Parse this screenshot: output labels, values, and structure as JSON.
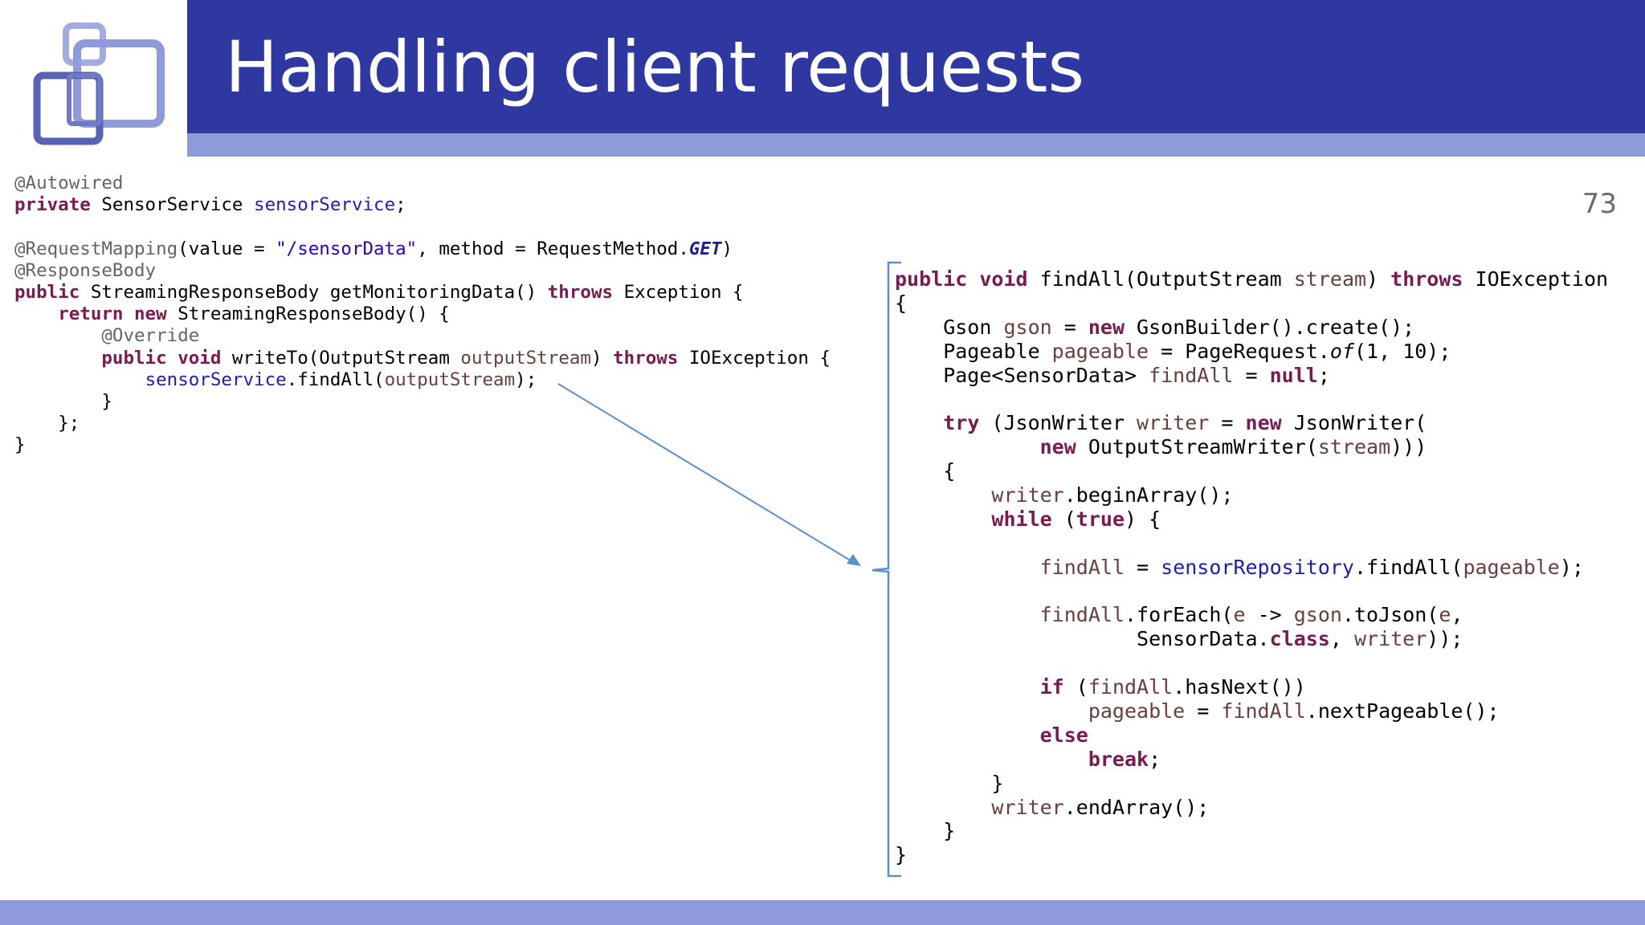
{
  "slide": {
    "title": "Handling client requests",
    "page_number": "73"
  },
  "colors": {
    "title_bar": "#2f37a0",
    "accent_bar": "#8e9ad9",
    "keyword": "#7a1a52",
    "field": "#1a1fb4",
    "variable": "#6a3e3a",
    "annotation": "#646464",
    "arrow": "#5b8fd0"
  },
  "code_left": [
    [
      {
        "t": "@Autowired",
        "c": "ann"
      }
    ],
    [
      {
        "t": "private",
        "c": "kw"
      },
      {
        "t": " SensorService "
      },
      {
        "t": "sensorService",
        "c": "fld"
      },
      {
        "t": ";"
      }
    ],
    [],
    [
      {
        "t": "@RequestMapping",
        "c": "ann"
      },
      {
        "t": "(value = "
      },
      {
        "t": "\"/sensorData\"",
        "c": "str"
      },
      {
        "t": ", method = RequestMethod."
      },
      {
        "t": "GET",
        "c": "cst"
      },
      {
        "t": ")"
      }
    ],
    [
      {
        "t": "@ResponseBody",
        "c": "ann"
      }
    ],
    [
      {
        "t": "public",
        "c": "kw"
      },
      {
        "t": " StreamingResponseBody getMonitoringData() "
      },
      {
        "t": "throws",
        "c": "kw"
      },
      {
        "t": " Exception {"
      }
    ],
    [
      {
        "t": "    "
      },
      {
        "t": "return",
        "c": "kw"
      },
      {
        "t": " "
      },
      {
        "t": "new",
        "c": "kw"
      },
      {
        "t": " StreamingResponseBody() {"
      }
    ],
    [
      {
        "t": "        "
      },
      {
        "t": "@Override",
        "c": "ann"
      }
    ],
    [
      {
        "t": "        "
      },
      {
        "t": "public",
        "c": "kw"
      },
      {
        "t": " "
      },
      {
        "t": "void",
        "c": "kw"
      },
      {
        "t": " writeTo(OutputStream "
      },
      {
        "t": "outputStream",
        "c": "var"
      },
      {
        "t": ") "
      },
      {
        "t": "throws",
        "c": "kw"
      },
      {
        "t": " IOException {"
      }
    ],
    [
      {
        "t": "            "
      },
      {
        "t": "sensorService",
        "c": "fld"
      },
      {
        "t": ".findAll("
      },
      {
        "t": "outputStream",
        "c": "var"
      },
      {
        "t": ");"
      }
    ],
    [
      {
        "t": "        }"
      }
    ],
    [
      {
        "t": "    };"
      }
    ],
    [
      {
        "t": "}"
      }
    ]
  ],
  "code_right": [
    [
      {
        "t": "public",
        "c": "kw"
      },
      {
        "t": " "
      },
      {
        "t": "void",
        "c": "kw"
      },
      {
        "t": " findAll(OutputStream "
      },
      {
        "t": "stream",
        "c": "var"
      },
      {
        "t": ") "
      },
      {
        "t": "throws",
        "c": "kw"
      },
      {
        "t": " IOException"
      }
    ],
    [
      {
        "t": "{"
      }
    ],
    [
      {
        "t": "    Gson "
      },
      {
        "t": "gson",
        "c": "var"
      },
      {
        "t": " = "
      },
      {
        "t": "new",
        "c": "kw"
      },
      {
        "t": " GsonBuilder().create();"
      }
    ],
    [
      {
        "t": "    Pageable "
      },
      {
        "t": "pageable",
        "c": "var"
      },
      {
        "t": " = PageRequest."
      },
      {
        "t": "of",
        "c": "mth"
      },
      {
        "t": "(1, 10);"
      }
    ],
    [
      {
        "t": "    Page<SensorData> "
      },
      {
        "t": "findAll",
        "c": "var"
      },
      {
        "t": " = "
      },
      {
        "t": "null",
        "c": "kw"
      },
      {
        "t": ";"
      }
    ],
    [],
    [
      {
        "t": "    "
      },
      {
        "t": "try",
        "c": "kw"
      },
      {
        "t": " (JsonWriter "
      },
      {
        "t": "writer",
        "c": "var"
      },
      {
        "t": " = "
      },
      {
        "t": "new",
        "c": "kw"
      },
      {
        "t": " JsonWriter("
      }
    ],
    [
      {
        "t": "            "
      },
      {
        "t": "new",
        "c": "kw"
      },
      {
        "t": " OutputStreamWriter("
      },
      {
        "t": "stream",
        "c": "var"
      },
      {
        "t": ")))"
      }
    ],
    [
      {
        "t": "    {"
      }
    ],
    [
      {
        "t": "        "
      },
      {
        "t": "writer",
        "c": "var"
      },
      {
        "t": ".beginArray();"
      }
    ],
    [
      {
        "t": "        "
      },
      {
        "t": "while",
        "c": "kw"
      },
      {
        "t": " ("
      },
      {
        "t": "true",
        "c": "kw"
      },
      {
        "t": ") {"
      }
    ],
    [],
    [
      {
        "t": "            "
      },
      {
        "t": "findAll",
        "c": "var"
      },
      {
        "t": " = "
      },
      {
        "t": "sensorRepository",
        "c": "fld"
      },
      {
        "t": ".findAll("
      },
      {
        "t": "pageable",
        "c": "var"
      },
      {
        "t": ");"
      }
    ],
    [],
    [
      {
        "t": "            "
      },
      {
        "t": "findAll",
        "c": "var"
      },
      {
        "t": ".forEach("
      },
      {
        "t": "e",
        "c": "var"
      },
      {
        "t": " -> "
      },
      {
        "t": "gson",
        "c": "var"
      },
      {
        "t": ".toJson("
      },
      {
        "t": "e",
        "c": "var"
      },
      {
        "t": ","
      }
    ],
    [
      {
        "t": "                    SensorData."
      },
      {
        "t": "class",
        "c": "kw"
      },
      {
        "t": ", "
      },
      {
        "t": "writer",
        "c": "var"
      },
      {
        "t": "));"
      }
    ],
    [],
    [
      {
        "t": "            "
      },
      {
        "t": "if",
        "c": "kw"
      },
      {
        "t": " ("
      },
      {
        "t": "findAll",
        "c": "var"
      },
      {
        "t": ".hasNext())"
      }
    ],
    [
      {
        "t": "                "
      },
      {
        "t": "pageable",
        "c": "var"
      },
      {
        "t": " = "
      },
      {
        "t": "findAll",
        "c": "var"
      },
      {
        "t": ".nextPageable();"
      }
    ],
    [
      {
        "t": "            "
      },
      {
        "t": "else",
        "c": "kw"
      }
    ],
    [
      {
        "t": "                "
      },
      {
        "t": "break",
        "c": "kw"
      },
      {
        "t": ";"
      }
    ],
    [
      {
        "t": "        }"
      }
    ],
    [
      {
        "t": "        "
      },
      {
        "t": "writer",
        "c": "var"
      },
      {
        "t": ".endArray();"
      }
    ],
    [
      {
        "t": "    }"
      }
    ],
    [
      {
        "t": "}"
      }
    ]
  ]
}
